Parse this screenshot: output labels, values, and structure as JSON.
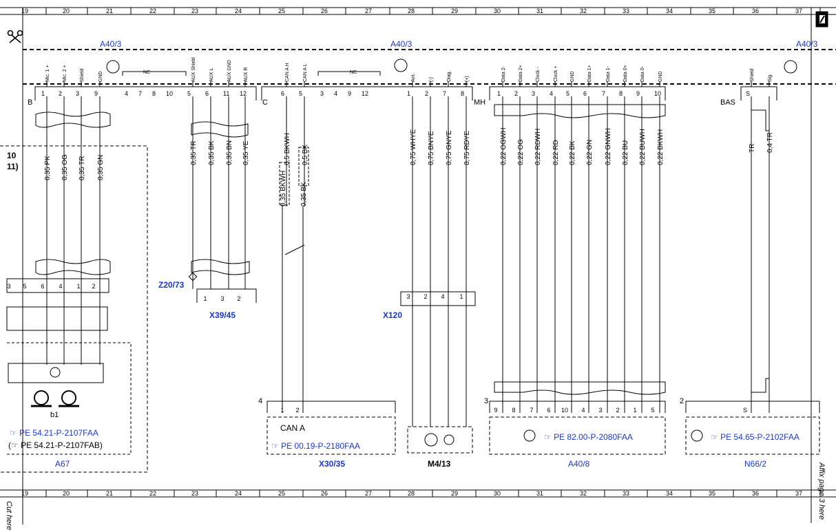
{
  "grid": {
    "columns": [
      "19",
      "20",
      "21",
      "22",
      "23",
      "24",
      "25",
      "26",
      "27",
      "28",
      "29",
      "30",
      "31",
      "32",
      "33",
      "34",
      "35",
      "36",
      "37"
    ]
  },
  "page": {
    "cut_here": "Cut here",
    "affix_here": "Affix page 3 here"
  },
  "components": {
    "a40_3": "A40/3",
    "z20_73": "Z20/73",
    "x39_45": "X39/45",
    "x120": "X120",
    "a67": "A67",
    "b1": "b1",
    "x30_35": "X30/35",
    "m4_13": "M4/13",
    "a40_8": "A40/8",
    "n66_2": "N66/2"
  },
  "connectors": {
    "b": "B",
    "c": "C",
    "mh": "MH",
    "bas": "BAS",
    "nc": "NC",
    "cont_10": "10",
    "cont_11": "11)",
    "page4": "4",
    "page3": "3",
    "page2": "2",
    "can_a": "CAN A"
  },
  "references": {
    "a67_1": "PE 54.21-P-2107FAA",
    "a67_2": "PE 54.21-P-2107FAB",
    "x30_35": "PE 00.19-P-2180FAA",
    "a40_8": "PE 82.00-P-2080FAA",
    "n66_2": "PE 54.65-P-2102FAA"
  },
  "pins": {
    "b": [
      {
        "n": "1",
        "name": "Mic. 1 +"
      },
      {
        "n": "2",
        "name": "Mic. 2 +"
      },
      {
        "n": "3",
        "name": "Shield"
      },
      {
        "n": "9",
        "name": "GND"
      },
      {
        "n": "5",
        "name": "AUX Shield"
      },
      {
        "n": "6",
        "name": "AUX L"
      },
      {
        "n": "11",
        "name": "AUX GND"
      },
      {
        "n": "12",
        "name": "AUX R"
      }
    ],
    "b_nc": [
      "4",
      "7",
      "8",
      "10"
    ],
    "c": [
      {
        "n": "6",
        "name": "CAN A H"
      },
      {
        "n": "5",
        "name": "CAN A L"
      },
      {
        "n": "1",
        "name": "Ant."
      },
      {
        "n": "2",
        "name": "(-)"
      },
      {
        "n": "7",
        "name": "Diag."
      },
      {
        "n": "8",
        "name": "(+)"
      }
    ],
    "c_nc": [
      "3",
      "4",
      "9",
      "12"
    ],
    "mh": [
      {
        "n": "1",
        "name": "Data 2-"
      },
      {
        "n": "2",
        "name": "Data 2+"
      },
      {
        "n": "3",
        "name": "Clock -"
      },
      {
        "n": "4",
        "name": "Clock +"
      },
      {
        "n": "5",
        "name": "GND"
      },
      {
        "n": "6",
        "name": "Data 1+"
      },
      {
        "n": "7",
        "name": "Data 1-"
      },
      {
        "n": "8",
        "name": "Data 0+"
      },
      {
        "n": "9",
        "name": "Data 0-"
      },
      {
        "n": "10",
        "name": "GND"
      }
    ],
    "bas": [
      {
        "n": "S",
        "name": "Shield"
      },
      {
        "n": "",
        "name": "Sig."
      }
    ]
  },
  "wires": {
    "b_group": [
      "0,35 PK",
      "0,35 OG",
      "0,35 TR",
      "0,35 GN"
    ],
    "aux_group": [
      "0,35 TR",
      "0,35 BK",
      "0,35 BN",
      "0,35 YE"
    ],
    "can_upper": [
      "0,5 BKWH",
      "0,5 BK"
    ],
    "can_lower": [
      "0,35 BKWH",
      "0,35 BK"
    ],
    "x120_group": [
      "0,75 WHYE",
      "0,75 BNYE",
      "0,75 GNYE",
      "0,75 RDYE"
    ],
    "mh_group": [
      "0,22 OGWH",
      "0,22 OG",
      "0,22 RDWH",
      "0,22 RD",
      "0,22 BK",
      "0,22 GN",
      "0,22 GNWH",
      "0,22 BU",
      "0,22 BUWH",
      "0,22 BKWH"
    ],
    "bas_group": [
      "TR",
      "0,4 TR"
    ]
  },
  "bottom_pins": {
    "a67": [
      "3",
      "5",
      "6",
      "4",
      "1",
      "2"
    ],
    "x39_45": [
      "1",
      "3",
      "2"
    ],
    "x120": [
      "3",
      "2",
      "4",
      "1"
    ],
    "x30_35": [
      "1",
      "2"
    ],
    "a40_8": [
      "9",
      "8",
      "7",
      "6",
      "10",
      "4",
      "3",
      "2",
      "1",
      "5"
    ],
    "n66_2": [
      "S",
      ""
    ]
  }
}
